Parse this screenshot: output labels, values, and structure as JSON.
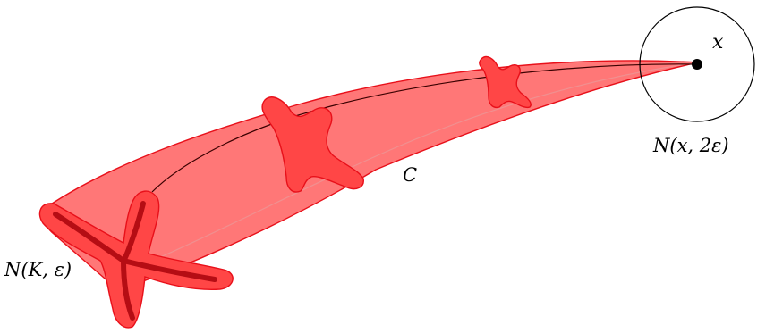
{
  "labels": {
    "point": "x",
    "ball": "N(x, 2ε)",
    "curve": "C",
    "neighborhood": "N(K, ε)"
  },
  "colors": {
    "tube_fill": "#ff6b6b",
    "tube_stroke": "#e8101a",
    "blob_fill": "#ff4646",
    "tree_stroke": "#b50d14",
    "ink": "#000000",
    "background": "#ffffff"
  }
}
